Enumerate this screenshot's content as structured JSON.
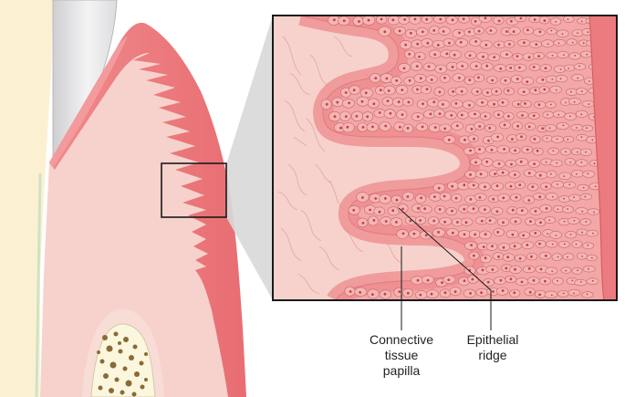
{
  "labels": {
    "connective_tissue_papilla": [
      "Connective",
      "tissue",
      "papilla"
    ],
    "epithelial_ridge": [
      "Epithelial",
      "ridge"
    ]
  },
  "colors": {
    "tooth": "#fbf3d7",
    "enamel": "#e9e9ea",
    "epithelium": "#ef7d80",
    "epithelium_light": "#f6a9aa",
    "connective_tissue": "#f7d2cc",
    "cell_fill": "#f4b6b4",
    "nucleus": "#c93d43",
    "bone_outer": "#f8dcd6",
    "bone_inner": "#fbf6de",
    "bone_spots": "#8a6a35",
    "frame": "#1a1a1a",
    "zoom_wedge": "#d8d8d8"
  }
}
